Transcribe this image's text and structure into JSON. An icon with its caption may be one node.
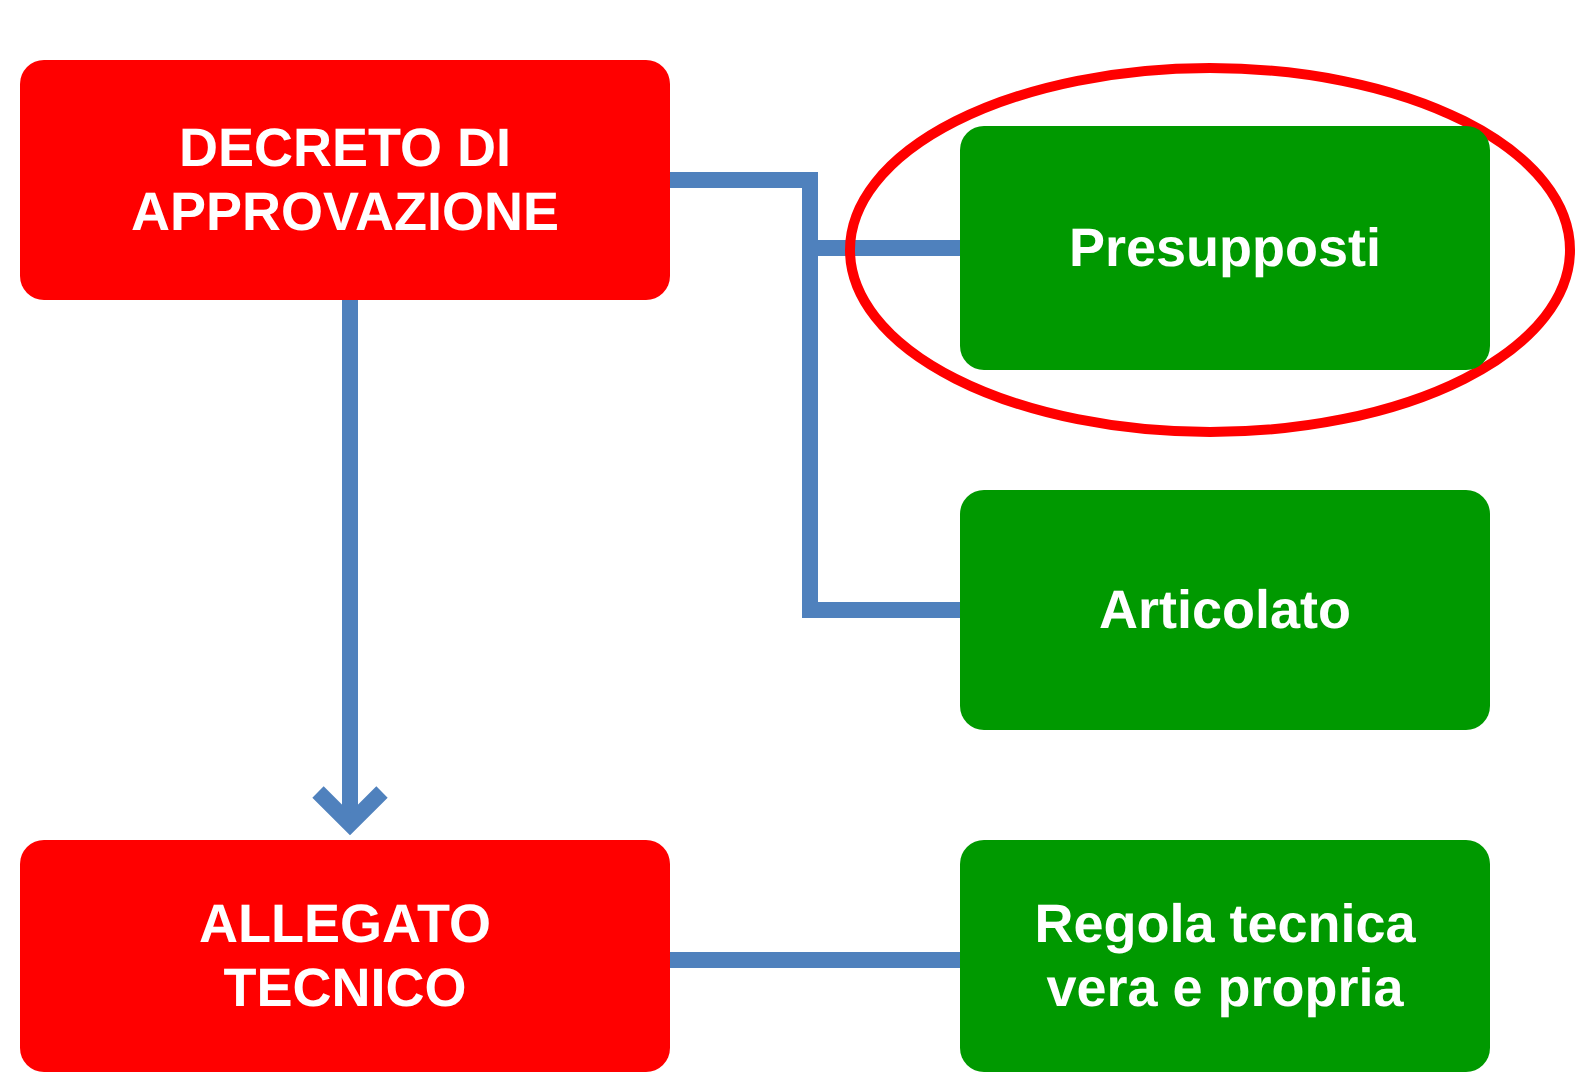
{
  "diagram": {
    "nodes": [
      {
        "text": [
          "DECRETO DI APPROVAZIONE"
        ]
      },
      {
        "text": [
          "Presupposti"
        ]
      },
      {
        "text": [
          "Articolato"
        ]
      },
      {
        "text": [
          "ALLEGATO TECNICO"
        ]
      },
      {
        "text": [
          "Regola tecnica vera e propria"
        ]
      }
    ],
    "edges": [
      {
        "from": 0,
        "to": 1,
        "arrow": "none"
      },
      {
        "from": 0,
        "to": 2,
        "arrow": "none"
      },
      {
        "from": 0,
        "to": 3,
        "arrow": "to"
      },
      {
        "from": 3,
        "to": 4,
        "arrow": "none"
      }
    ]
  }
}
